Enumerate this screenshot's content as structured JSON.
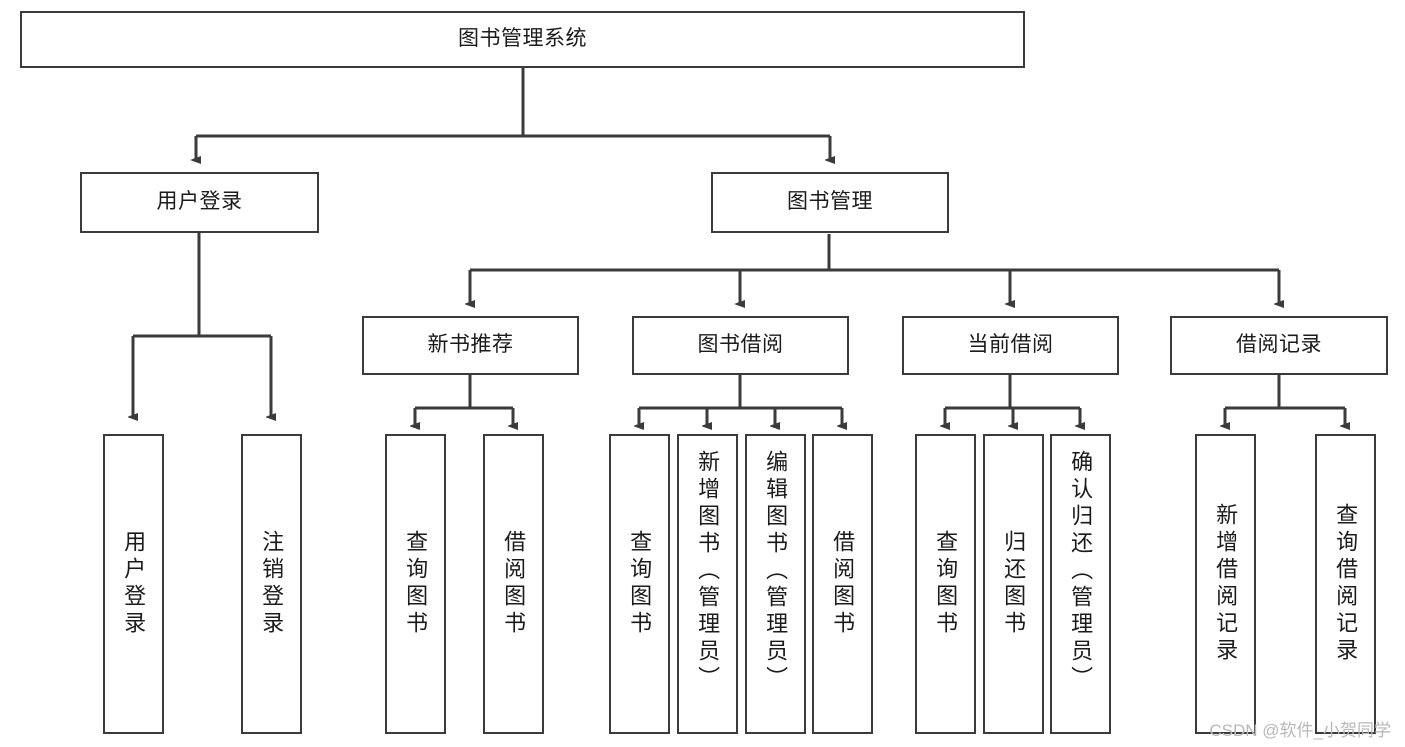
{
  "diagram": {
    "type": "tree-hierarchy",
    "title": "图书管理系统",
    "watermark": "CSDN @软件_小贺同学",
    "colors": {
      "stroke": "#3b3b3b",
      "fill": "#ffffff",
      "text": "#1b1b1b",
      "watermark": "#b8b8b8"
    },
    "root": {
      "label": "图书管理系统"
    },
    "level2": [
      {
        "label": "用户登录"
      },
      {
        "label": "图书管理"
      }
    ],
    "level3": [
      {
        "label": "新书推荐"
      },
      {
        "label": "图书借阅"
      },
      {
        "label": "当前借阅"
      },
      {
        "label": "借阅记录"
      }
    ],
    "leaves": {
      "user_login": [
        {
          "label": "用户登录"
        },
        {
          "label": "注销登录"
        }
      ],
      "new_book_recommend": [
        {
          "label": "查询图书"
        },
        {
          "label": "借阅图书"
        }
      ],
      "book_borrow": [
        {
          "label": "查询图书"
        },
        {
          "label": "新增图书（管理员）"
        },
        {
          "label": "编辑图书（管理员）"
        },
        {
          "label": "借阅图书"
        }
      ],
      "current_borrow": [
        {
          "label": "查询图书"
        },
        {
          "label": "归还图书"
        },
        {
          "label": "确认归还（管理员）"
        }
      ],
      "borrow_records": [
        {
          "label": "新增借阅记录"
        },
        {
          "label": "查询借阅记录"
        }
      ]
    }
  }
}
